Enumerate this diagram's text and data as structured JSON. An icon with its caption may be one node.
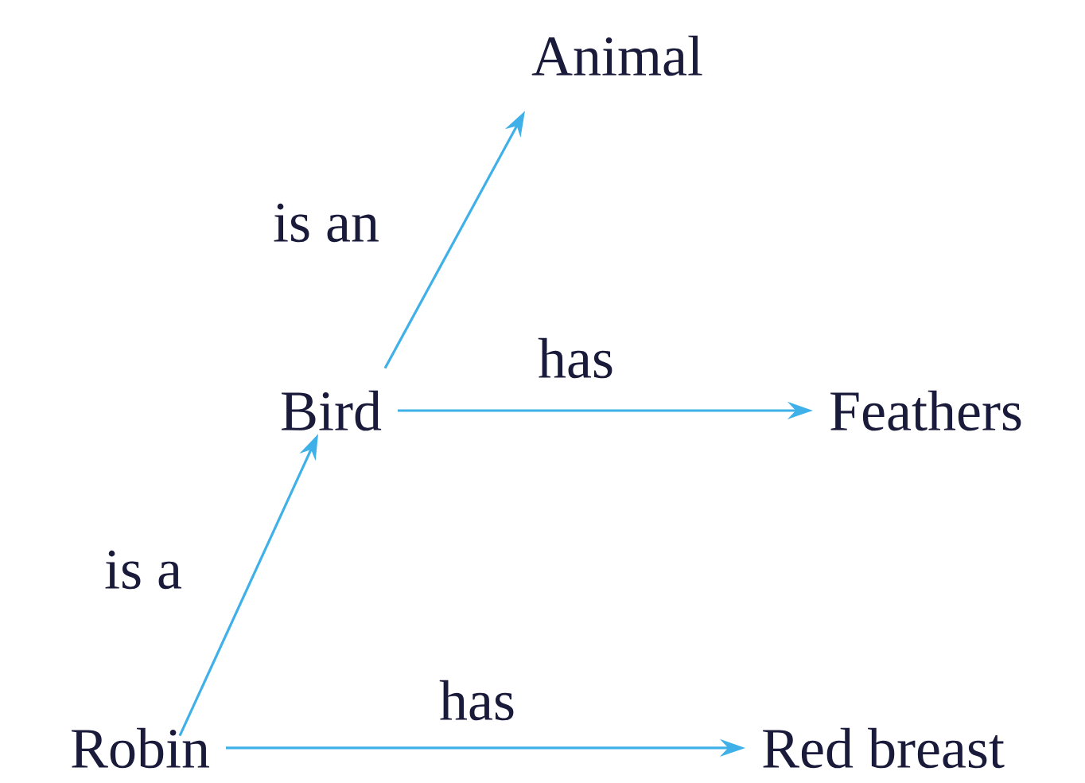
{
  "diagram": {
    "nodes": [
      {
        "text": [
          "Animal"
        ]
      },
      {
        "text": [
          "Bird"
        ]
      },
      {
        "text": [
          "Feathers"
        ]
      },
      {
        "text": [
          "Robin"
        ]
      },
      {
        "text": [
          "Red breast"
        ]
      }
    ],
    "edges": [
      {
        "from": 1,
        "to": 0,
        "arrow": "to",
        "label": "is an"
      },
      {
        "from": 1,
        "to": 2,
        "arrow": "to",
        "label": "has"
      },
      {
        "from": 3,
        "to": 1,
        "arrow": "to",
        "label": "is a"
      },
      {
        "from": 3,
        "to": 4,
        "arrow": "to",
        "label": "has"
      }
    ]
  }
}
